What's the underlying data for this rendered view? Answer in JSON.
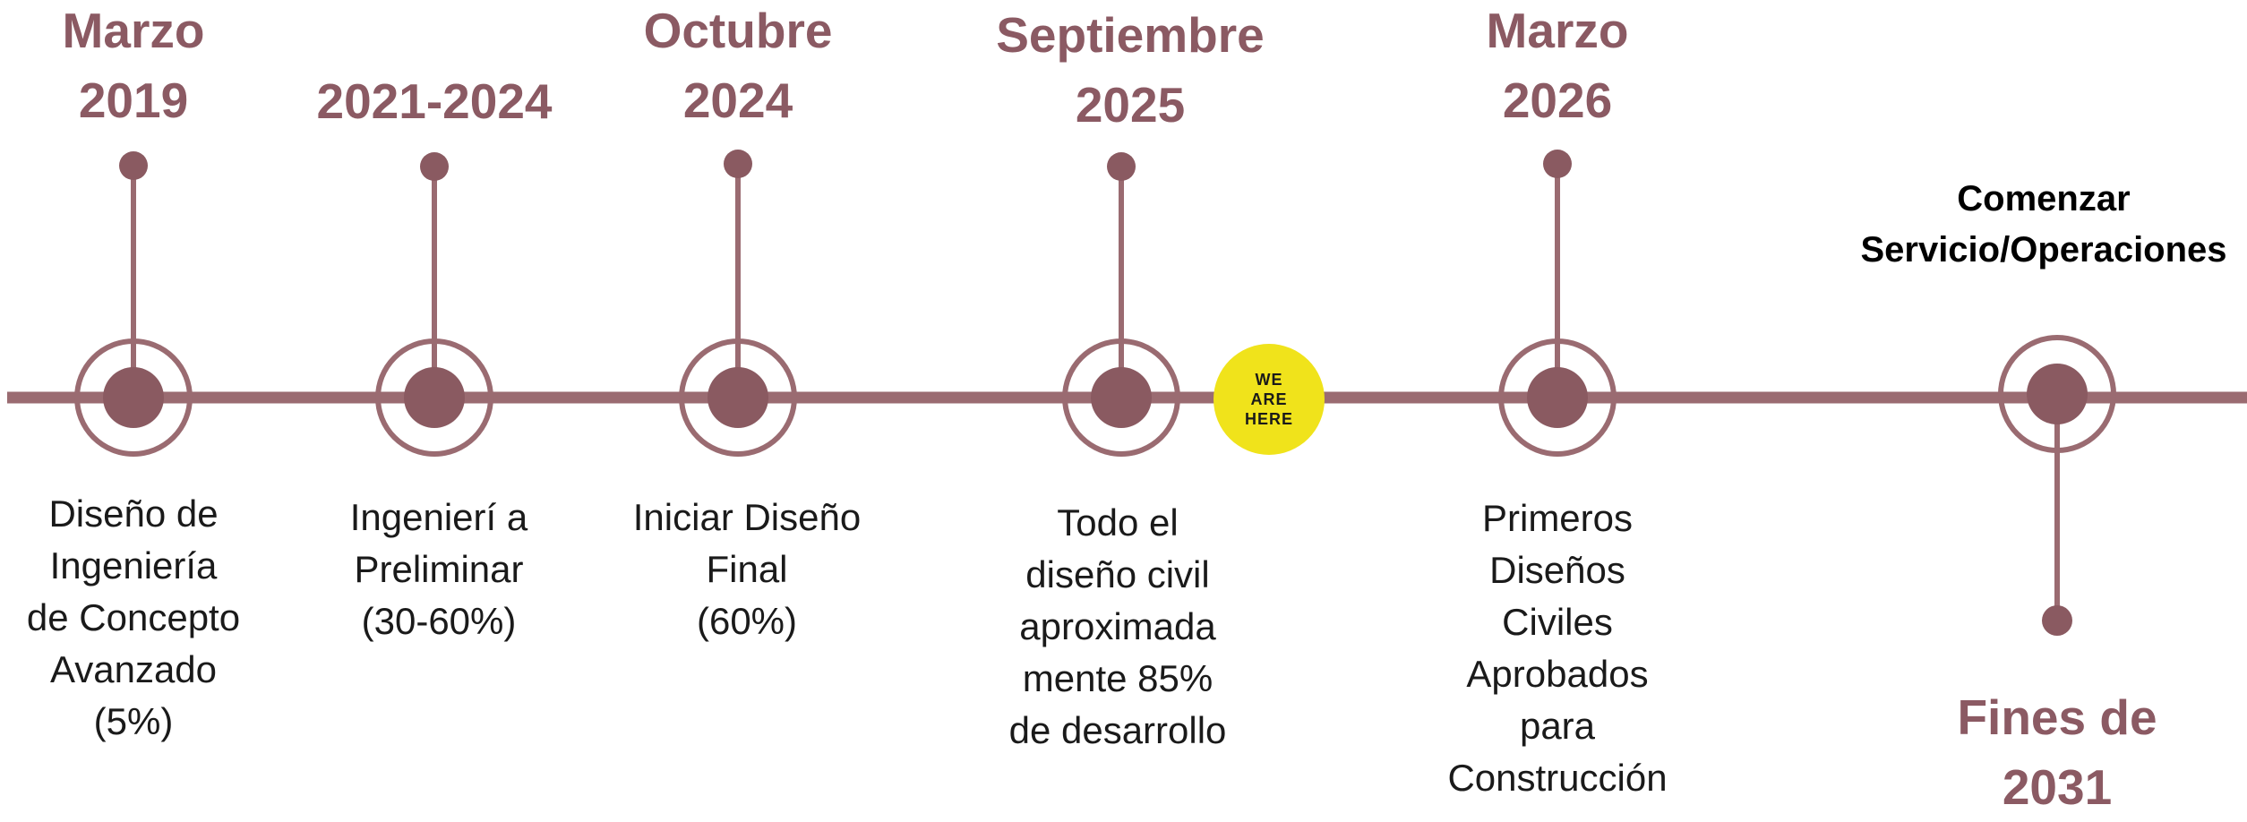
{
  "colors": {
    "timeline": "#9a6b71",
    "dot": "#8a5a61",
    "badge": "#f0e31b",
    "date_text": "#8b5a63"
  },
  "milestones": [
    {
      "date_lines": [
        "Marzo",
        "2019"
      ],
      "desc_lines": [
        "Diseño de",
        "Ingeniería",
        "de Concepto",
        "Avanzado",
        "(5%)"
      ]
    },
    {
      "date_lines": [
        "2021-2024"
      ],
      "desc_lines": [
        "Ingenierí a",
        "Preliminar",
        "(30-60%)"
      ]
    },
    {
      "date_lines": [
        "Octubre",
        "2024"
      ],
      "desc_lines": [
        "Iniciar Diseño",
        "Final",
        "(60%)"
      ]
    },
    {
      "date_lines": [
        "Septiembre",
        "2025"
      ],
      "desc_lines": [
        "Todo el",
        "diseño civil",
        "aproximada",
        "mente 85%",
        "de desarrollo"
      ]
    },
    {
      "date_lines": [
        "Marzo",
        "2026"
      ],
      "desc_lines": [
        "Primeros",
        "Diseños",
        "Civiles",
        "Aprobados",
        "para",
        "Construcción"
      ]
    },
    {
      "date_lines": [
        "Fines de",
        "2031"
      ],
      "desc_lines": [
        "Comenzar",
        "Servicio/Operaciones"
      ]
    }
  ],
  "here_badge": {
    "lines": [
      "WE",
      "ARE",
      "HERE"
    ]
  }
}
